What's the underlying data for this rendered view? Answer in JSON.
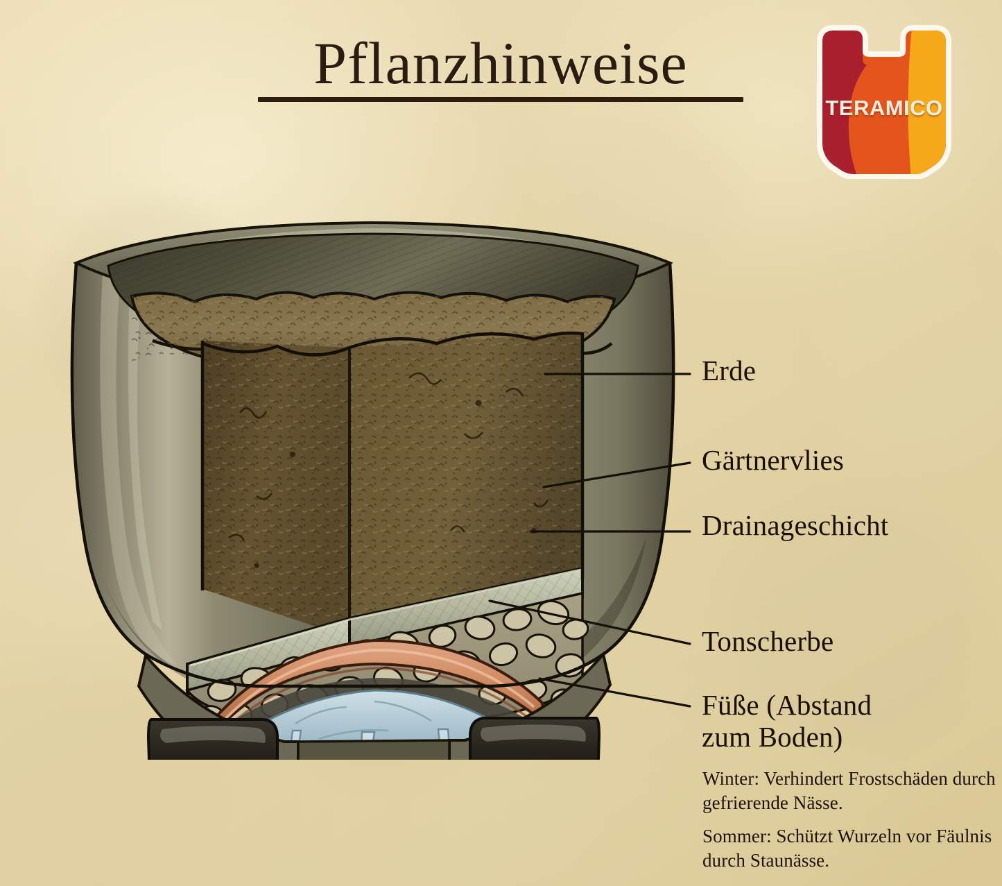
{
  "page": {
    "title": "Pflanzhinweise",
    "background_color": "#e2d2a4"
  },
  "logo": {
    "wordmark": "TERAMICO",
    "shape": "amphora-pot-silhouette",
    "colors": {
      "dark_red": "#a81f2d",
      "orange": "#e4541d",
      "gold": "#f4a81a",
      "outline": "#fdf8ee"
    }
  },
  "diagram": {
    "alt": "Querschnitt eines Pflanzgefaesses mit Schichtaufbau",
    "layers": [
      {
        "key": "erde",
        "label": "Erde",
        "color": "#6a5430"
      },
      {
        "key": "vlies",
        "label": "Gärtnervlies",
        "color": "#b6b79c"
      },
      {
        "key": "drainage",
        "label": "Drainageschicht",
        "color": "#c7bfa0"
      },
      {
        "key": "tonscherbe",
        "label": "Tonscherbe",
        "color": "#d5906a"
      },
      {
        "key": "fuesse",
        "label": "Füße (Abstand\nzum Boden)",
        "color": "#30291f"
      }
    ],
    "pot_color": "#7d7862",
    "water_color": "#b9cfd8"
  },
  "callouts": {
    "erde": "Erde",
    "vlies": "Gärtnervlies",
    "drainage": "Drainageschicht",
    "tonscherbe": "Tonscherbe",
    "fuesse": "Füße (Abstand\nzum Boden)"
  },
  "notes": {
    "winter": "Winter: Verhindert Frostschäden durch gefrierende Nässe.",
    "sommer": "Sommer: Schützt Wurzeln vor Fäulnis durch Staunässe."
  }
}
